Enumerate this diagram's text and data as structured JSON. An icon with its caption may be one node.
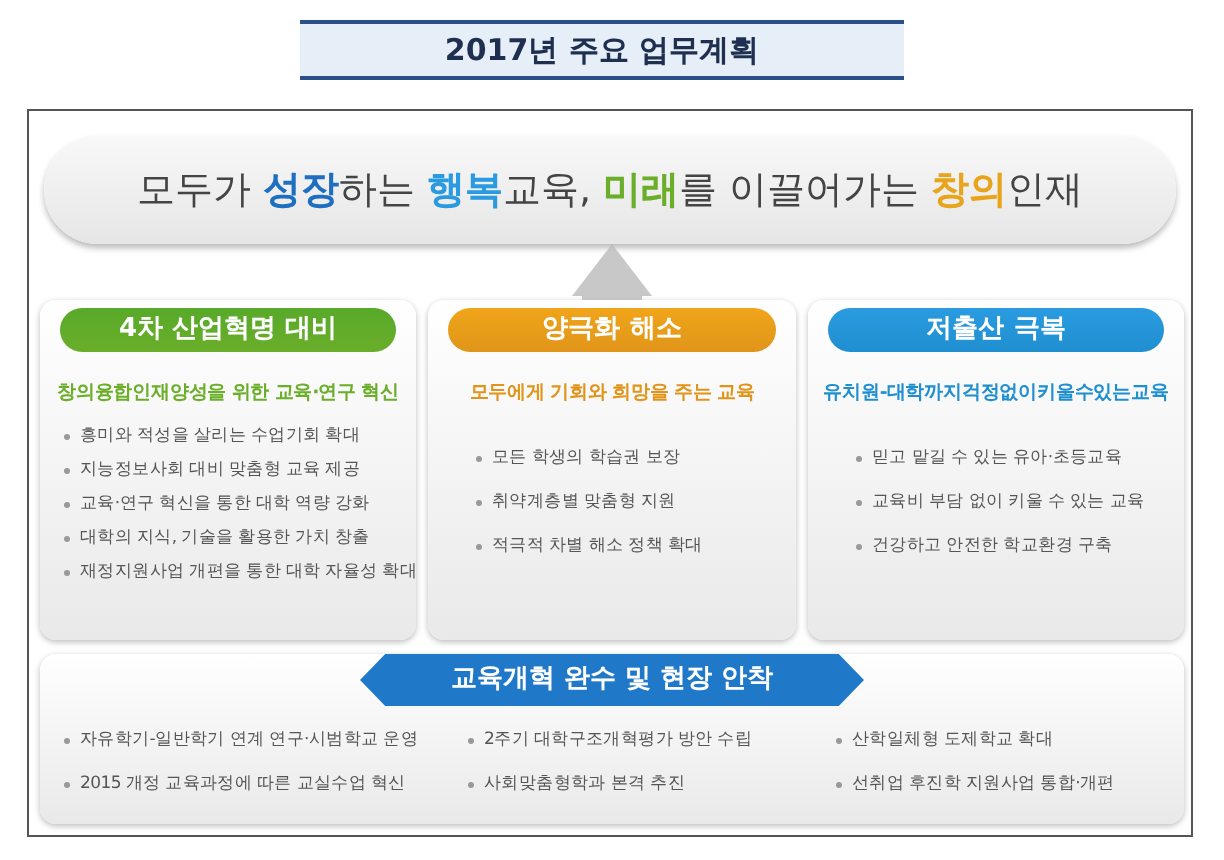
{
  "diagram": {
    "title": "2017년 주요 업무계획",
    "nodes": [
      {
        "text": [
          "모두가 **성장**하는 **행복**교육, **미래**를 이끌어가는 **창의**인재"
        ]
      },
      {
        "text": [
          "창의융합인재양성을 위한 교육·연구 혁신",
          "흥미와 적성을 살리는 수업기회 확대",
          "지능정보사회 대비 맞춤형 교육 제공",
          "교육·연구 혁신을 통한 대학 역량 강화",
          "대학의 지식, 기술을 활용한 가치 창출",
          "재정지원사업 개편을 통한 대학 자율성 확대"
        ]
      },
      {
        "text": [
          "4차 산업혁명 대비"
        ],
        "in": 1
      },
      {
        "text": [
          "모두에게 기회와 희망을 주는 교육",
          "모든 학생의 학습권 보장",
          "취약계층별 맞춤형 지원",
          "적극적 차별 해소 정책 확대"
        ]
      },
      {
        "text": [
          "양극화 해소"
        ],
        "in": 3
      },
      {
        "text": [
          "유치원-대학까지걱정없이키울수있는교육",
          "믿고 맡길 수 있는 유아·초등교육",
          "교육비 부담 없이 키울 수 있는 교육",
          "건강하고 안전한 학교환경 구축"
        ]
      },
      {
        "text": [
          "저출산 극복"
        ],
        "in": 5
      },
      {
        "text": [
          "자유학기-일반학기 연계 연구·시범학교 운영",
          "2주기 대학구조개혁평가 방안 수립",
          "산학일체형 도제학교 확대",
          "2015 개정 교육과정에 따른 교실수업 혁신",
          "사회맞춤형학과 본격 추진",
          "선취업 후진학 지원사업 통합·개편"
        ]
      },
      {
        "text": [
          "교육개혁 완수 및 현장 안착"
        ],
        "in": 7
      }
    ],
    "edges": [
      {
        "from": 3,
        "to": 0,
        "arrow": "to"
      }
    ]
  }
}
